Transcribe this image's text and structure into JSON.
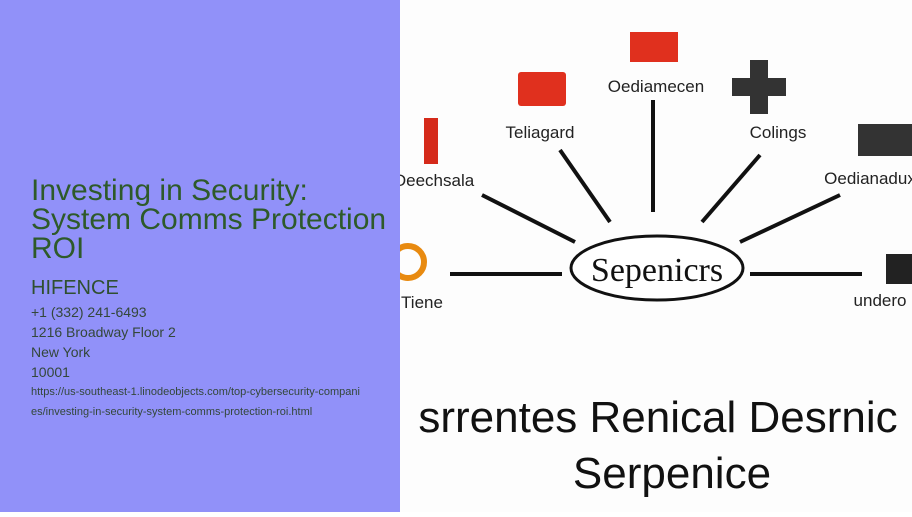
{
  "page": {
    "title": "Investing in Security: System Comms Protection ROI",
    "title_lines": [
      "Investing in Security:",
      "System Comms Protection",
      "ROI"
    ],
    "company": "HIFENCE",
    "phone": "+1 (332) 241-6493",
    "address": "1216 Broadway Floor 2",
    "city": "New York",
    "zip": "10001",
    "url_lines": [
      "https://us-southeast-1.linodeobjects.com/top-cybersecurity-compani",
      "es/investing-in-security-system-comms-protection-roi.html"
    ]
  },
  "illustration": {
    "center": "Sepenicrs",
    "nodes": [
      "Oediamecen",
      "Teliagard",
      "Colings",
      "Deechsala",
      "Oedianadux",
      "Tiene",
      "undero"
    ],
    "caption_lines": [
      "srrentes Renical Desrnic",
      "Serpenice"
    ]
  },
  "colors": {
    "panel": "#9191f9",
    "title": "#2e5a2a",
    "icon_red": "#e0301e"
  }
}
